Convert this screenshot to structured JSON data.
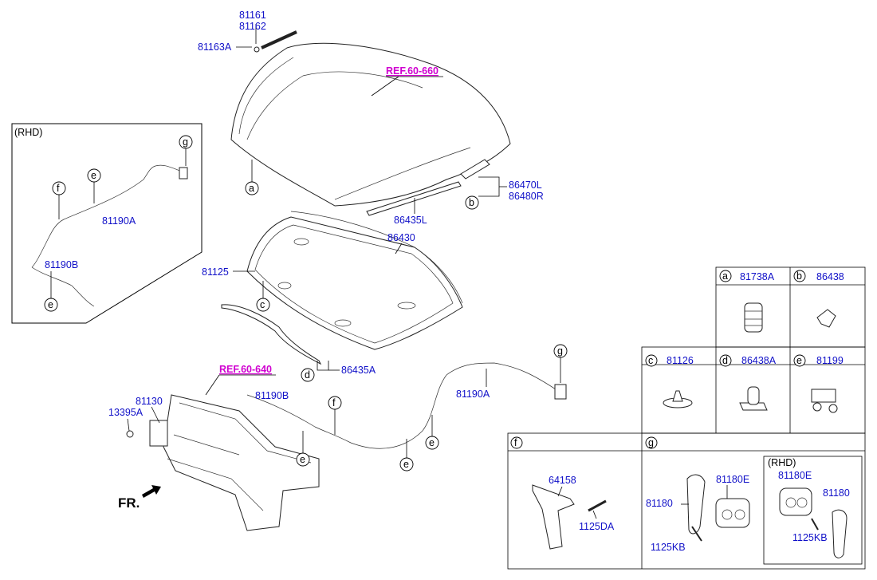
{
  "hood": {
    "top_labels": [
      "81161",
      "81162"
    ],
    "stay_label": "81163A",
    "ref_label": "REF.60-660",
    "callout": "a"
  },
  "seal": {
    "weatherstrip_labels": [
      "86470L",
      "86480R"
    ],
    "weatherstrip_callout": "b",
    "side_seal_label": "86435L",
    "pad_label": "86430",
    "pad_clip_label": "81125",
    "pad_callout": "c",
    "lower_seal_label": "86435A",
    "lower_callout": "d"
  },
  "rhd_inset": {
    "title": "(RHD)",
    "callouts": [
      "g",
      "e",
      "f",
      "e"
    ],
    "cable_a": "81190A",
    "cable_b": "81190B"
  },
  "lower": {
    "ref_label": "REF.60-640",
    "latch_label": "81130",
    "nut_label": "13395A",
    "cable_b": "81190B",
    "cable_a": "81190A",
    "callouts": [
      "f",
      "e",
      "e",
      "e",
      "g"
    ],
    "front_label": "FR."
  },
  "legend": {
    "row1": [
      {
        "key": "a",
        "part": "81738A"
      },
      {
        "key": "b",
        "part": "86438"
      }
    ],
    "row2": [
      {
        "key": "c",
        "part": "81126"
      },
      {
        "key": "d",
        "part": "86438A"
      },
      {
        "key": "e",
        "part": "81199"
      }
    ],
    "row3": [
      {
        "key": "f",
        "parts": [
          "64158",
          "1125DA"
        ]
      },
      {
        "key": "g",
        "parts": [
          "81180",
          "81180E",
          "1125KB"
        ],
        "rhd_title": "(RHD)",
        "rhd_parts": [
          "81180E",
          "81180",
          "1125KB"
        ]
      }
    ]
  }
}
